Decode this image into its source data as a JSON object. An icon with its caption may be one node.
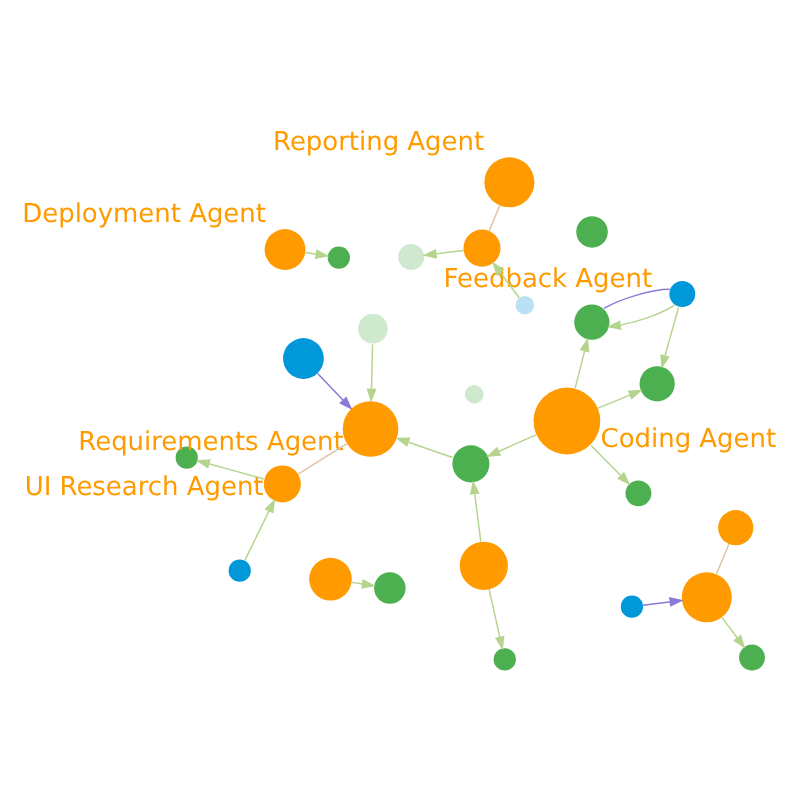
{
  "diagram": {
    "nodes": [
      {
        "text": [],
        "shape": "circle"
      },
      {
        "text": [],
        "shape": "circle"
      },
      {
        "text": [],
        "shape": "circle",
        "beside": [
          "UI Research Agent"
        ]
      },
      {
        "text": [],
        "shape": "circle"
      },
      {
        "text": [],
        "shape": "circle",
        "beside": [
          "Feedback Agent"
        ]
      },
      {
        "text": [],
        "shape": "circle"
      },
      {
        "text": [],
        "shape": "circle"
      },
      {
        "text": [],
        "shape": "circle"
      },
      {
        "text": [],
        "shape": "circle",
        "beside": [
          "Reporting Agent"
        ]
      },
      {
        "text": [],
        "shape": "circle"
      },
      {
        "text": [],
        "shape": "circle"
      },
      {
        "text": [],
        "shape": "circle",
        "beside": [
          "Requirements Agent"
        ]
      },
      {
        "text": [],
        "shape": "circle"
      },
      {
        "text": [],
        "shape": "circle"
      },
      {
        "text": [],
        "shape": "circle"
      },
      {
        "text": [],
        "shape": "circle"
      },
      {
        "text": [],
        "shape": "circle"
      },
      {
        "text": [],
        "shape": "circle"
      },
      {
        "text": [],
        "shape": "circle"
      },
      {
        "text": [],
        "shape": "circle",
        "beside": [
          "Coding Agent"
        ]
      },
      {
        "text": [],
        "shape": "circle"
      },
      {
        "text": [],
        "shape": "circle"
      },
      {
        "text": [],
        "shape": "circle"
      },
      {
        "text": [],
        "shape": "circle"
      },
      {
        "text": [],
        "shape": "circle"
      },
      {
        "text": [],
        "shape": "circle"
      },
      {
        "text": [],
        "shape": "circle",
        "beside": [
          "Deployment Agent"
        ]
      },
      {
        "text": [],
        "shape": "circle"
      }
    ],
    "edges": [
      {
        "from": 1,
        "to": 2,
        "arrow": "to"
      },
      {
        "from": 2,
        "to": 0,
        "arrow": "to"
      },
      {
        "from": 2,
        "to": 11,
        "arrow": "none",
        "color": "#dcc4a4"
      },
      {
        "from": 4,
        "to": 3,
        "arrow": "to"
      },
      {
        "from": 4,
        "to": 8,
        "arrow": "none",
        "color": "#dcc4a4"
      },
      {
        "from": 6,
        "to": 4,
        "arrow": "to"
      },
      {
        "from": 7,
        "to": 11,
        "arrow": "to",
        "color": "#8a7ad8"
      },
      {
        "from": 10,
        "to": 11,
        "arrow": "to"
      },
      {
        "from": 12,
        "to": 13,
        "arrow": "to"
      },
      {
        "from": 14,
        "to": 11,
        "arrow": "to"
      },
      {
        "from": 16,
        "to": 14,
        "arrow": "to"
      },
      {
        "from": 19,
        "to": 14,
        "arrow": "to"
      },
      {
        "from": 16,
        "to": 15,
        "arrow": "to"
      },
      {
        "from": 17,
        "to": 18,
        "arrow": "to",
        "color": "#8a7ad8"
      },
      {
        "from": 18,
        "to": 20,
        "arrow": "to"
      },
      {
        "from": 18,
        "to": 21,
        "arrow": "none",
        "color": "#dcc4a4"
      },
      {
        "from": 19,
        "to": 22,
        "arrow": "to"
      },
      {
        "from": 19,
        "to": 24,
        "arrow": "to"
      },
      {
        "from": 19,
        "to": 23,
        "arrow": "to"
      },
      {
        "from": 23,
        "to": 25,
        "arrow": "none",
        "color": "#8a7ad8"
      },
      {
        "from": 25,
        "to": 24,
        "arrow": "to"
      },
      {
        "from": 25,
        "to": 23,
        "arrow": "to"
      },
      {
        "from": 26,
        "to": 27,
        "arrow": "to"
      }
    ]
  }
}
